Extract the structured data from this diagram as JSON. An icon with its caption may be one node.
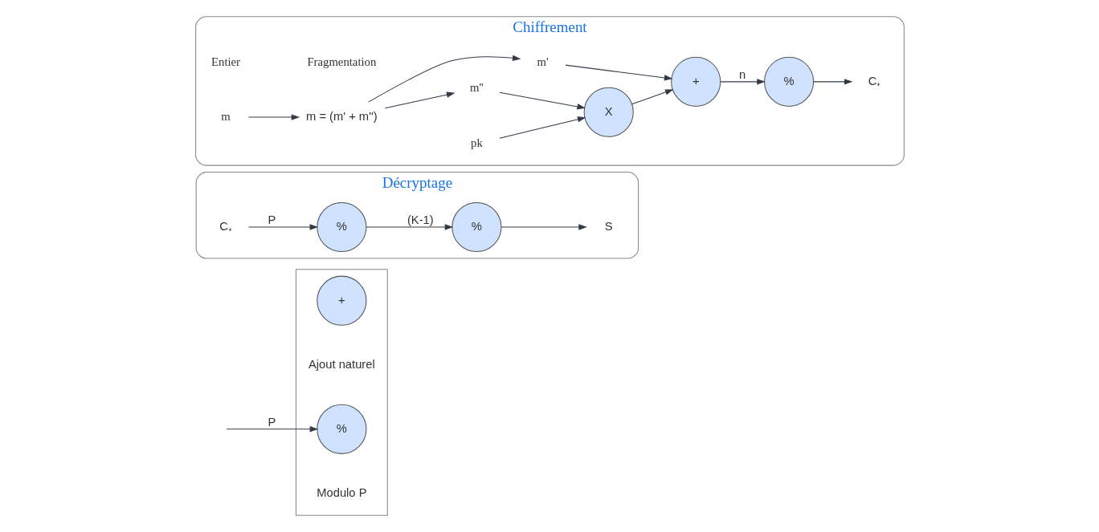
{
  "diagram": {
    "nodes": [
      {
        "text": [
          "Chiffrement"
        ]
      },
      {
        "text": [
          "m"
        ],
        "in": 0
      },
      {
        "text": [
          "m = (m' + m'')"
        ],
        "in": 0
      },
      {
        "text": [
          "m'"
        ],
        "in": 0
      },
      {
        "text": [
          "m''"
        ],
        "in": 0
      },
      {
        "text": [
          "pk"
        ],
        "in": 0
      },
      {
        "text": [
          "X"
        ],
        "in": 0
      },
      {
        "text": [
          "+"
        ],
        "in": 0
      },
      {
        "text": [
          "%"
        ],
        "in": 0
      },
      {
        "text": [
          "C₊"
        ],
        "in": 0
      },
      {
        "text": [
          "Décryptage"
        ]
      },
      {
        "text": [
          "C₊"
        ],
        "in": 10
      },
      {
        "text": [
          "%"
        ],
        "in": 10
      },
      {
        "text": [
          "%"
        ],
        "in": 10
      },
      {
        "text": [
          "S"
        ],
        "in": 10
      },
      {
        "text": [],
        "shape": "box"
      },
      {
        "text": [
          "+"
        ],
        "in": 15,
        "beside": [
          "Ajout naturel"
        ]
      },
      {
        "text": [
          "%"
        ],
        "in": 15,
        "beside": [
          "Modulo P"
        ]
      }
    ],
    "edges": [
      {
        "from": 1,
        "to": 2,
        "arrow": "to"
      },
      {
        "from": 2,
        "to": 3,
        "arrow": "to"
      },
      {
        "from": 2,
        "to": 4,
        "arrow": "to"
      },
      {
        "from": 3,
        "to": 7,
        "arrow": "to"
      },
      {
        "from": 4,
        "to": 6,
        "arrow": "to"
      },
      {
        "from": 5,
        "to": 6,
        "arrow": "to"
      },
      {
        "from": 6,
        "to": 7,
        "arrow": "to"
      },
      {
        "from": 7,
        "to": 8,
        "label": "n",
        "arrow": "to"
      },
      {
        "from": 8,
        "to": 9,
        "arrow": "to"
      },
      {
        "from": 11,
        "to": 12,
        "label": "P",
        "arrow": "to"
      },
      {
        "from": 12,
        "to": 13,
        "label": "(K-1)",
        "arrow": "to"
      },
      {
        "from": 13,
        "to": 14,
        "arrow": "to"
      },
      {
        "from": null,
        "to": 17,
        "label": "P",
        "arrow": "to"
      }
    ],
    "labels": [
      "Entier",
      "Fragmentation"
    ]
  }
}
